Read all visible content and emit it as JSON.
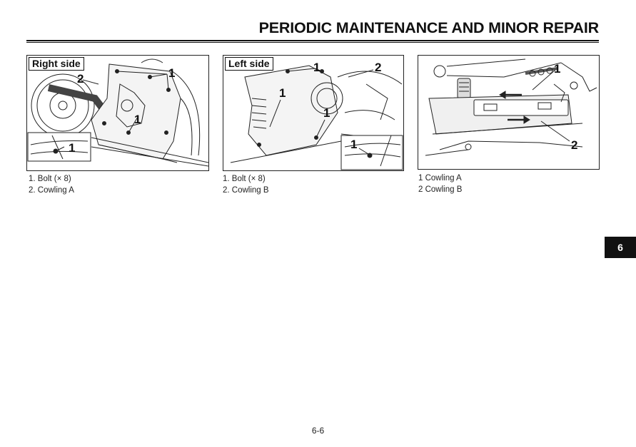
{
  "header": {
    "title": "PERIODIC MAINTENANCE AND MINOR REPAIR"
  },
  "figures": [
    {
      "label": "Right side",
      "callouts": {
        "bolt": "1",
        "cowling": "2"
      },
      "captions": [
        "1. Bolt (× 8)",
        "2. Cowling A"
      ]
    },
    {
      "label": "Left side",
      "callouts": {
        "bolt": "1",
        "cowling": "2"
      },
      "captions": [
        "1. Bolt (× 8)",
        "2. Cowling B"
      ]
    },
    {
      "label": "",
      "callouts": {
        "cowling_a": "1",
        "cowling_b": "2"
      },
      "captions": [
        "1  Cowling A",
        "2  Cowling B"
      ]
    }
  ],
  "chapter_tab": "6",
  "footer": {
    "page_number": "6-6"
  }
}
